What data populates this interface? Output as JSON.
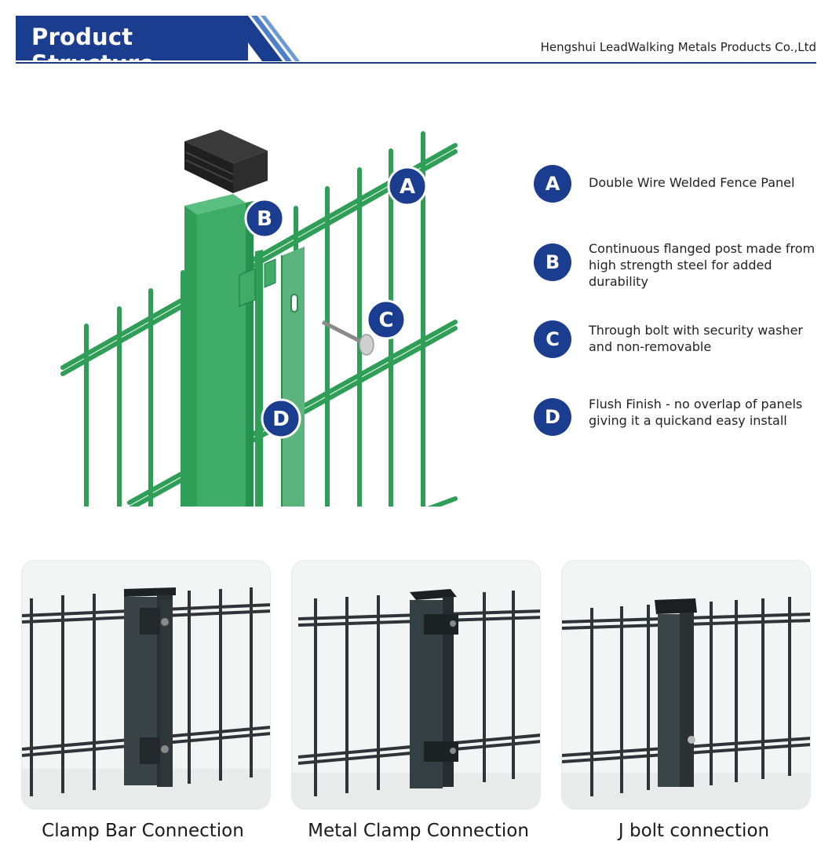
{
  "header": {
    "title": "Product Structure",
    "company": "Hengshui LeadWalking Metals Products Co.,Ltd",
    "accent": "#1b3d8f"
  },
  "diagram": {
    "callouts": [
      "A",
      "B",
      "C",
      "D"
    ],
    "fence_color": "#2f9e57",
    "post_color": "#36a45f",
    "cap_color": "#2b2b2b"
  },
  "legend": {
    "items": [
      {
        "letter": "A",
        "text": "Double Wire Welded Fence Panel"
      },
      {
        "letter": "B",
        "text": "Continuous flanged post made from high strength steel for added durability"
      },
      {
        "letter": "C",
        "text": "Through bolt with security washer and non-removable"
      },
      {
        "letter": "D",
        "text": "Flush Finish - no overlap of panels giving it a quickand easy install"
      }
    ]
  },
  "photos": [
    {
      "caption": "Clamp Bar Connection",
      "icon": "clamp-bar-photo"
    },
    {
      "caption": "Metal Clamp Connection",
      "icon": "metal-clamp-photo"
    },
    {
      "caption": "J bolt connection",
      "icon": "j-bolt-photo"
    }
  ]
}
